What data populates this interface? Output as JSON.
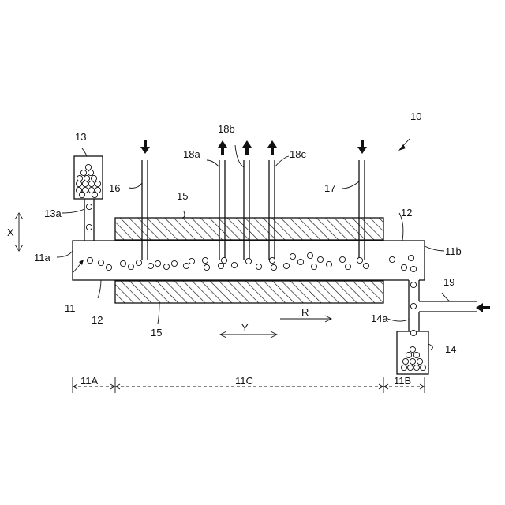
{
  "labels": {
    "device": "10",
    "reactor": "11",
    "reactor_end_a": "11a",
    "reactor_end_b": "11b",
    "zone_a": "11A",
    "zone_b": "11B",
    "zone_c": "11C",
    "wall_top": "12",
    "wall_bottom": "12",
    "wall_right": "12",
    "hopper_feed": "13",
    "feed_pipe": "13a",
    "hopper_collect": "14",
    "collect_pipe": "14a",
    "heater_top": "15",
    "heater_bottom": "15",
    "inlet_pipe_left": "16",
    "inlet_pipe_right": "17",
    "outlet_pipe_a": "18a",
    "outlet_pipe_b": "18b",
    "outlet_pipe_c": "18c",
    "gas_pipe": "19",
    "axis_x": "X",
    "axis_y": "Y",
    "direction_r": "R"
  }
}
